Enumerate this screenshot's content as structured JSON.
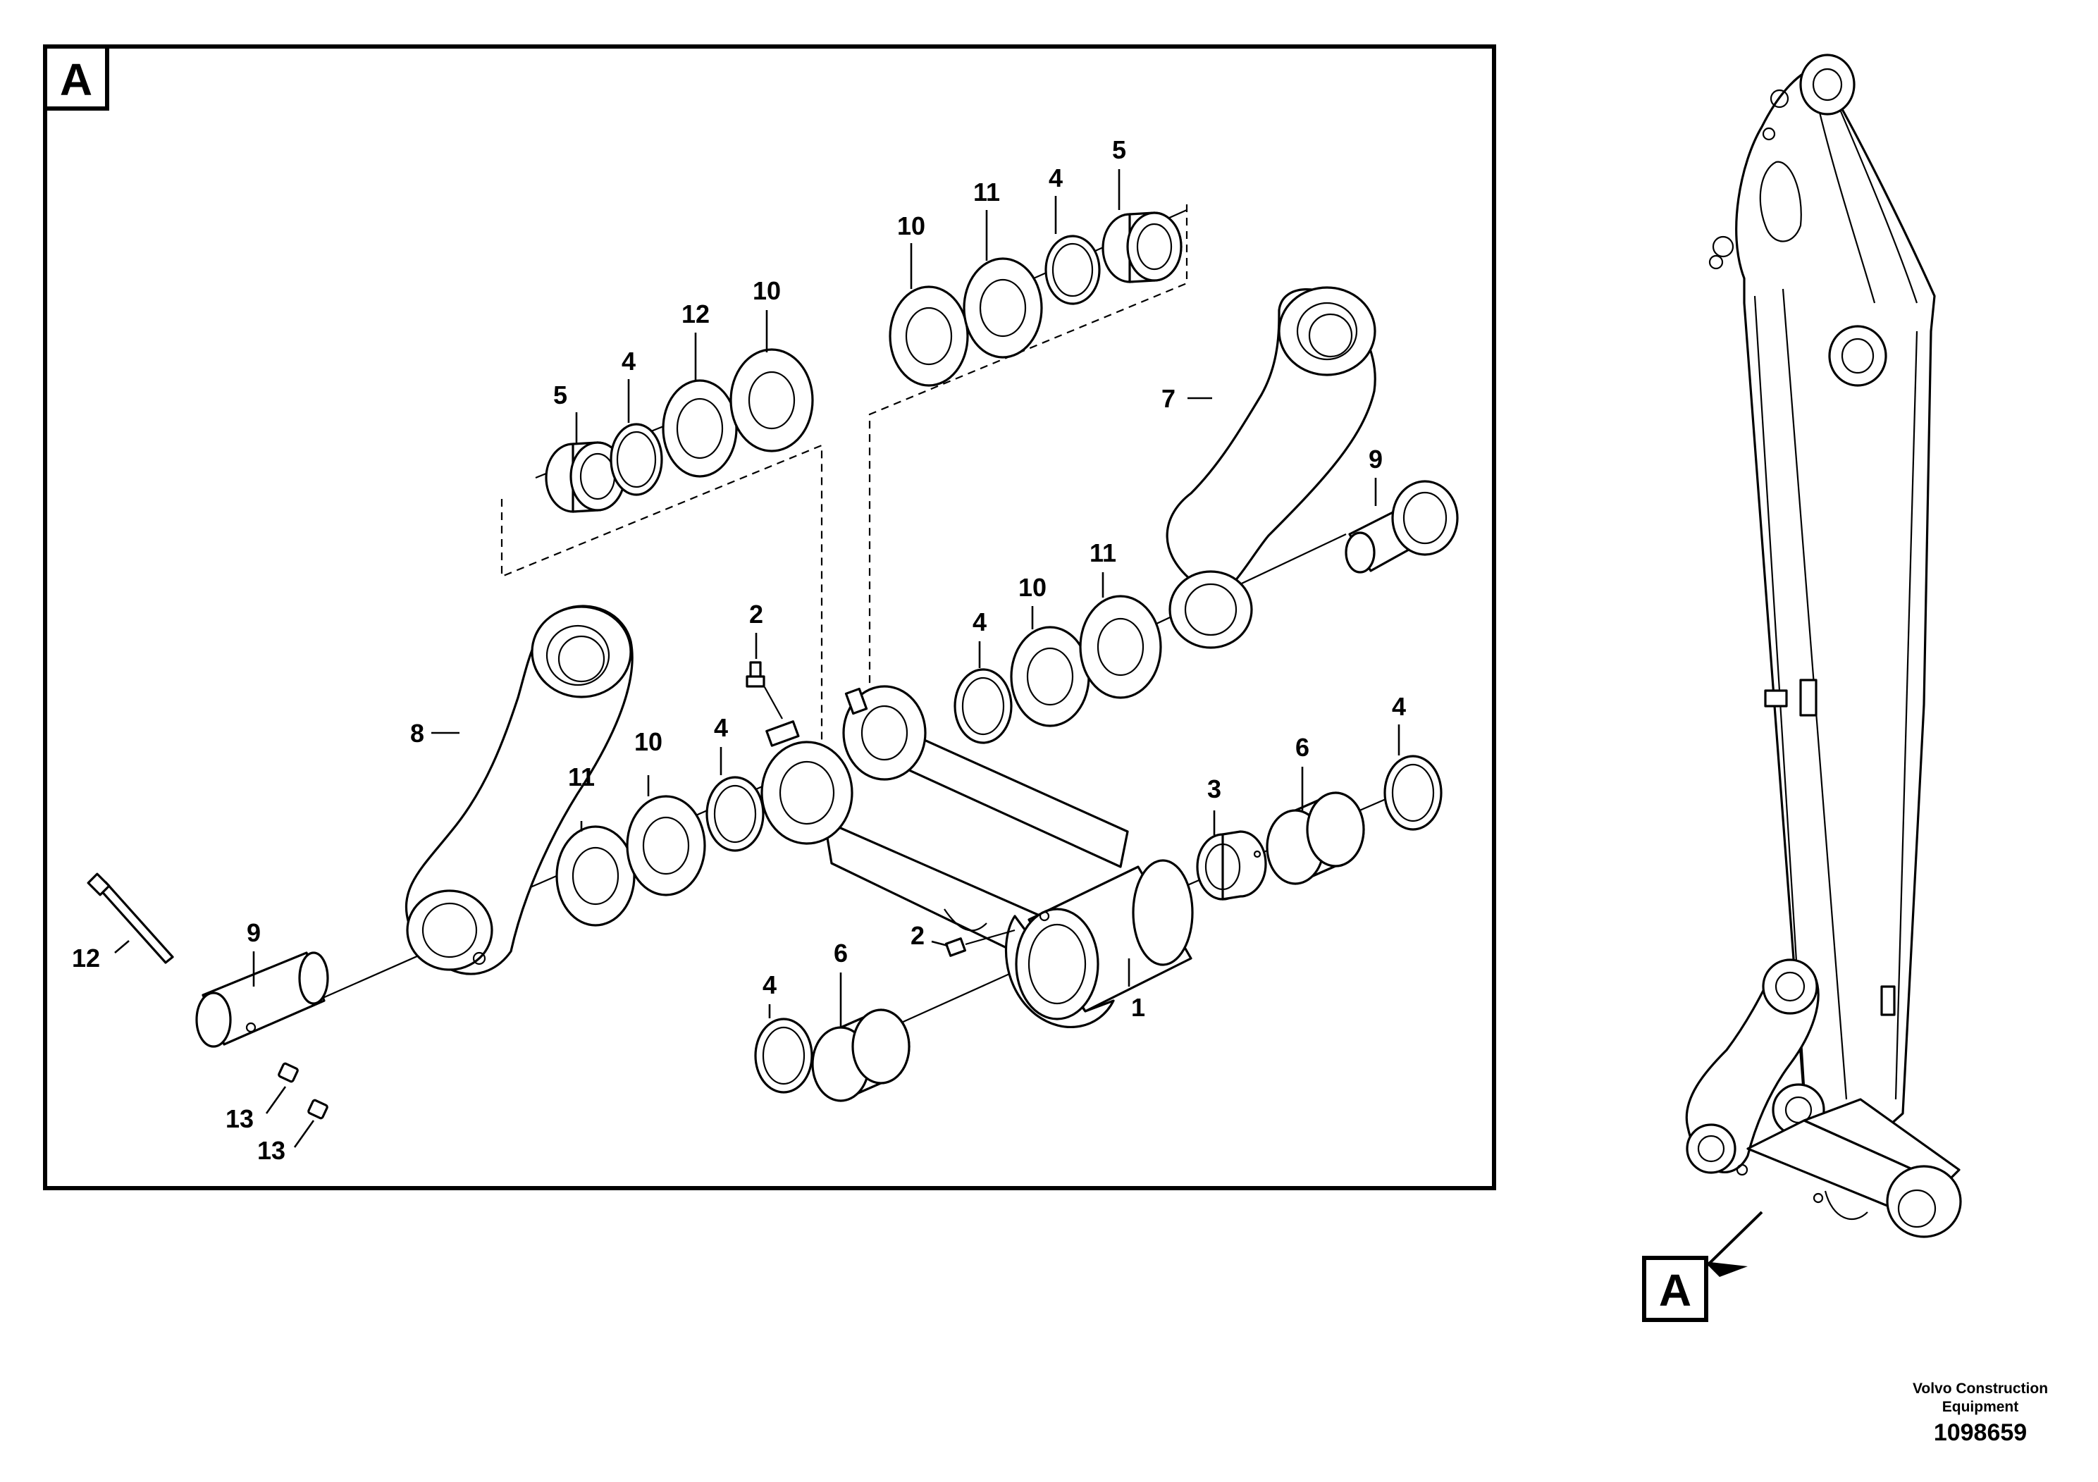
{
  "detail_label": "A",
  "overview_label": "A",
  "callouts": [
    {
      "id": "c1",
      "text": "1"
    },
    {
      "id": "c2a",
      "text": "2"
    },
    {
      "id": "c2b",
      "text": "2"
    },
    {
      "id": "c3",
      "text": "3"
    },
    {
      "id": "c4a",
      "text": "4"
    },
    {
      "id": "c4b",
      "text": "4"
    },
    {
      "id": "c4c",
      "text": "4"
    },
    {
      "id": "c4d",
      "text": "4"
    },
    {
      "id": "c4e",
      "text": "4"
    },
    {
      "id": "c4f",
      "text": "4"
    },
    {
      "id": "c5a",
      "text": "5"
    },
    {
      "id": "c5b",
      "text": "5"
    },
    {
      "id": "c6a",
      "text": "6"
    },
    {
      "id": "c6b",
      "text": "6"
    },
    {
      "id": "c7",
      "text": "7"
    },
    {
      "id": "c8",
      "text": "8"
    },
    {
      "id": "c9a",
      "text": "9"
    },
    {
      "id": "c9b",
      "text": "9"
    },
    {
      "id": "c10a",
      "text": "10"
    },
    {
      "id": "c10b",
      "text": "10"
    },
    {
      "id": "c10c",
      "text": "10"
    },
    {
      "id": "c11a",
      "text": "11"
    },
    {
      "id": "c11b",
      "text": "11"
    },
    {
      "id": "c11c",
      "text": "11"
    },
    {
      "id": "c12",
      "text": "12"
    },
    {
      "id": "c13a",
      "text": "13"
    },
    {
      "id": "c13b",
      "text": "13"
    }
  ],
  "caption": {
    "company_line1": "Volvo Construction",
    "company_line2": "Equipment",
    "drawing_number": "1098659"
  }
}
